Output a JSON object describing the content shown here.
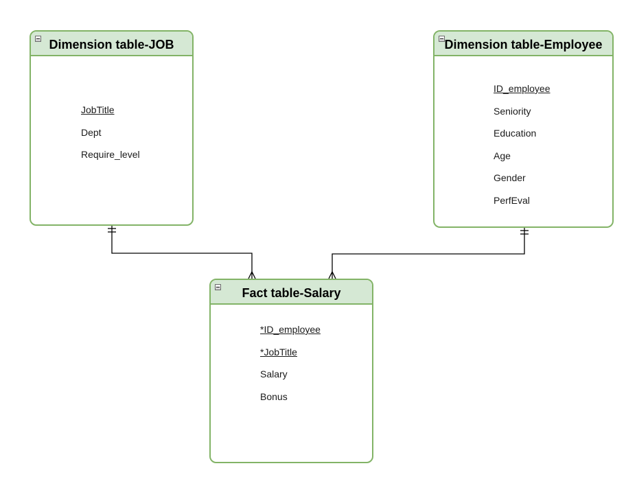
{
  "entities": {
    "job": {
      "title": "Dimension table-JOB",
      "attributes": [
        {
          "name": "JobTitle",
          "key": true
        },
        {
          "name": "Dept",
          "key": false
        },
        {
          "name": "Require_level",
          "key": false
        }
      ]
    },
    "employee": {
      "title": "Dimension table-Employee",
      "attributes": [
        {
          "name": "ID_employee",
          "key": true
        },
        {
          "name": "Seniority",
          "key": false
        },
        {
          "name": "Education",
          "key": false
        },
        {
          "name": "Age",
          "key": false
        },
        {
          "name": "Gender",
          "key": false
        },
        {
          "name": "PerfEval",
          "key": false
        }
      ]
    },
    "salary": {
      "title": "Fact table-Salary",
      "attributes": [
        {
          "name": "*ID_employee",
          "key": true
        },
        {
          "name": "*JobTitle",
          "key": true
        },
        {
          "name": "Salary",
          "key": false
        },
        {
          "name": "Bonus",
          "key": false
        }
      ]
    }
  },
  "relationships": [
    {
      "from": "job",
      "from_cardinality": "exactly-one",
      "to": "salary",
      "to_cardinality": "many"
    },
    {
      "from": "employee",
      "from_cardinality": "exactly-one",
      "to": "salary",
      "to_cardinality": "many"
    }
  ],
  "colors": {
    "entity_border": "#82b366",
    "entity_header_fill": "#d5e8d4",
    "connector": "#000000",
    "text": "#000000"
  }
}
